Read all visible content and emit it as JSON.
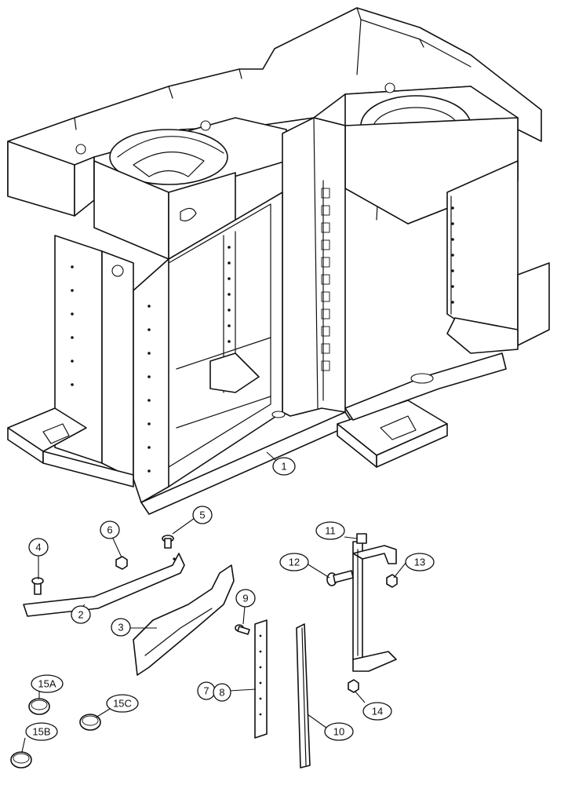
{
  "callouts": {
    "c1": "1",
    "c2": "2",
    "c3": "3",
    "c4": "4",
    "c5": "5",
    "c6": "6",
    "c7": "7",
    "c8": "8",
    "c9": "9",
    "c10": "10",
    "c11": "11",
    "c12": "12",
    "c13": "13",
    "c14": "14",
    "c15A": "15A",
    "c15B": "15B",
    "c15C": "15C"
  }
}
